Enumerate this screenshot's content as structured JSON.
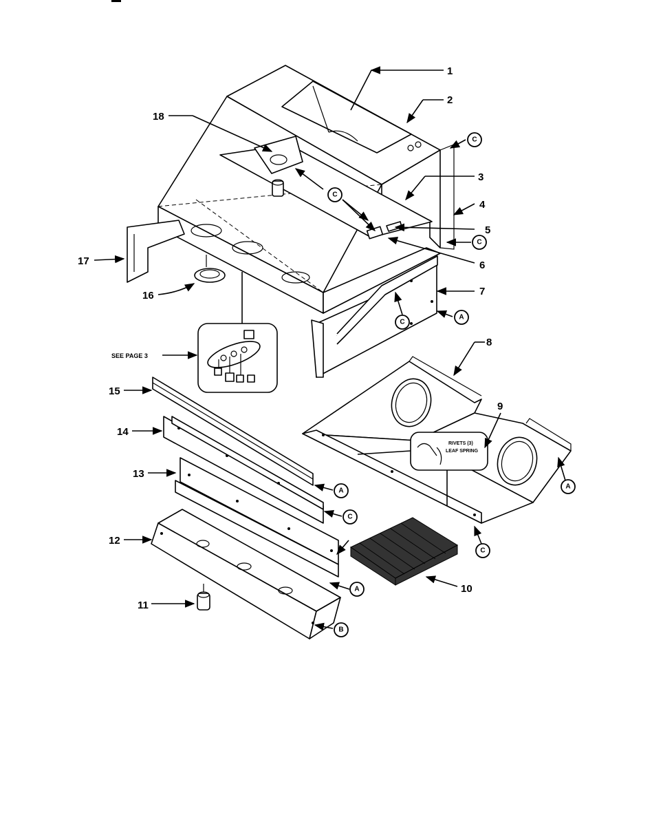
{
  "callouts": {
    "c1": "1",
    "c2": "2",
    "c3": "3",
    "c4": "4",
    "c5": "5",
    "c6": "6",
    "c7": "7",
    "c8": "8",
    "c9": "9",
    "c10": "10",
    "c11": "11",
    "c12": "12",
    "c13": "13",
    "c14": "14",
    "c15": "15",
    "c16": "16",
    "c17": "17",
    "c18": "18"
  },
  "refs": {
    "a": "A",
    "b": "B",
    "c": "C"
  },
  "see_page": "SEE PAGE 3",
  "inset": {
    "rivets": "RIVETS (3)",
    "leaf_spring": "LEAF SPRING"
  }
}
